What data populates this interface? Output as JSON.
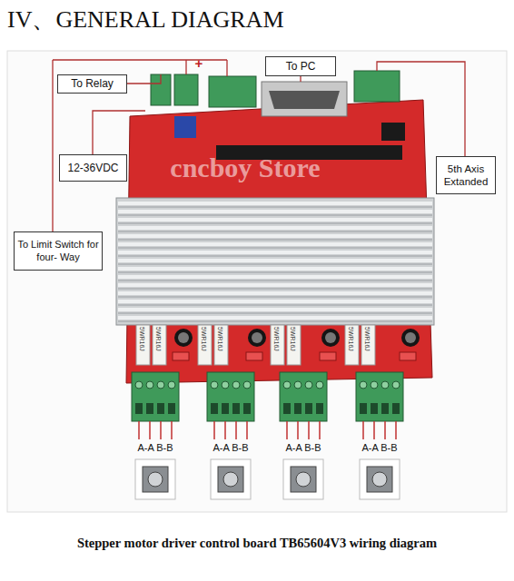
{
  "diagram": {
    "title": "IV、GENERAL DIAGRAM",
    "caption": "Stepper motor driver control board TB65604V3 wiring diagram",
    "nodes": [
      {
        "text": [
          "To PC"
        ]
      },
      {
        "text": [
          "To Relay"
        ]
      },
      {
        "text": [
          "12-36VDC"
        ]
      },
      {
        "text": [
          "5th Axis Extanded"
        ]
      },
      {
        "text": [
          "To Limit Switch for four- Way"
        ]
      }
    ],
    "labels": [
      "+",
      "cncboy Store",
      "5WR16J",
      "5WR16J",
      "5WR16J",
      "5WR16J",
      "5WR16J",
      "5WR16J",
      "5WR16J",
      "5WR16J",
      "A-A B-B",
      "A-A B-B",
      "A-A B-B",
      "A-A B-B"
    ]
  }
}
